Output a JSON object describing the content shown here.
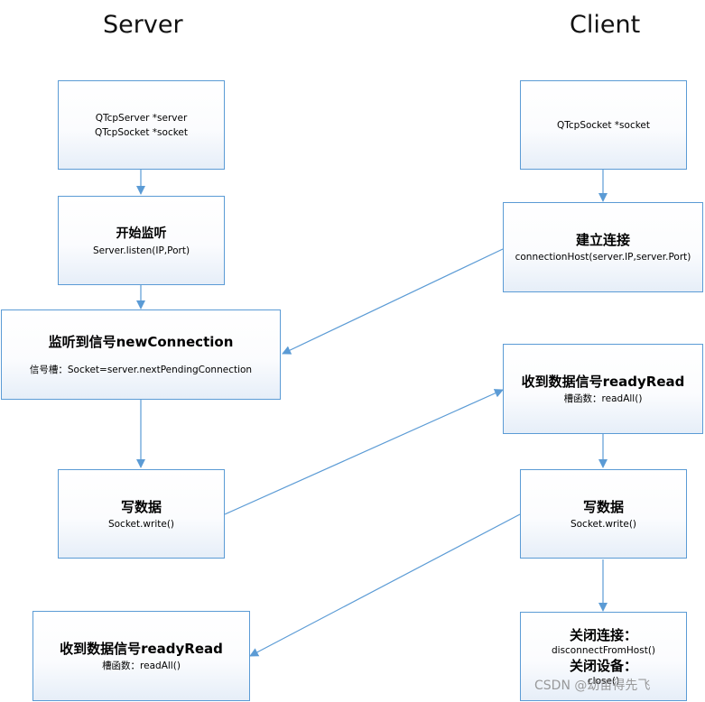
{
  "titles": {
    "server": "Server",
    "client": "Client"
  },
  "server": {
    "objects": {
      "line1": "QTcpServer *server",
      "line2": "QTcpSocket *socket"
    },
    "listen": {
      "title": "开始监听",
      "code": "Server.listen(IP,Port)"
    },
    "new_connection": {
      "title": "监听到信号newConnection",
      "code": "信号槽：Socket=server.nextPendingConnection"
    },
    "write": {
      "title": "写数据",
      "code": "Socket.write()"
    },
    "ready_read": {
      "title": "收到数据信号readyRead",
      "code": "槽函数：readAll()"
    }
  },
  "client": {
    "objects": {
      "line1": "QTcpSocket *socket"
    },
    "connect": {
      "title": "建立连接",
      "code": "connectionHost(server.IP,server.Port)"
    },
    "ready_read": {
      "title": "收到数据信号readyRead",
      "code": "槽函数：readAll()"
    },
    "write": {
      "title": "写数据",
      "code": "Socket.write()"
    },
    "close": {
      "title1": "关闭连接：",
      "code1": "disconnectFromHost()",
      "title2": "关闭设备：",
      "code2": "close()"
    }
  },
  "watermark": "CSDN @幼苗得先飞",
  "colors": {
    "border": "#5b9bd5",
    "arrow": "#5b9bd5"
  }
}
